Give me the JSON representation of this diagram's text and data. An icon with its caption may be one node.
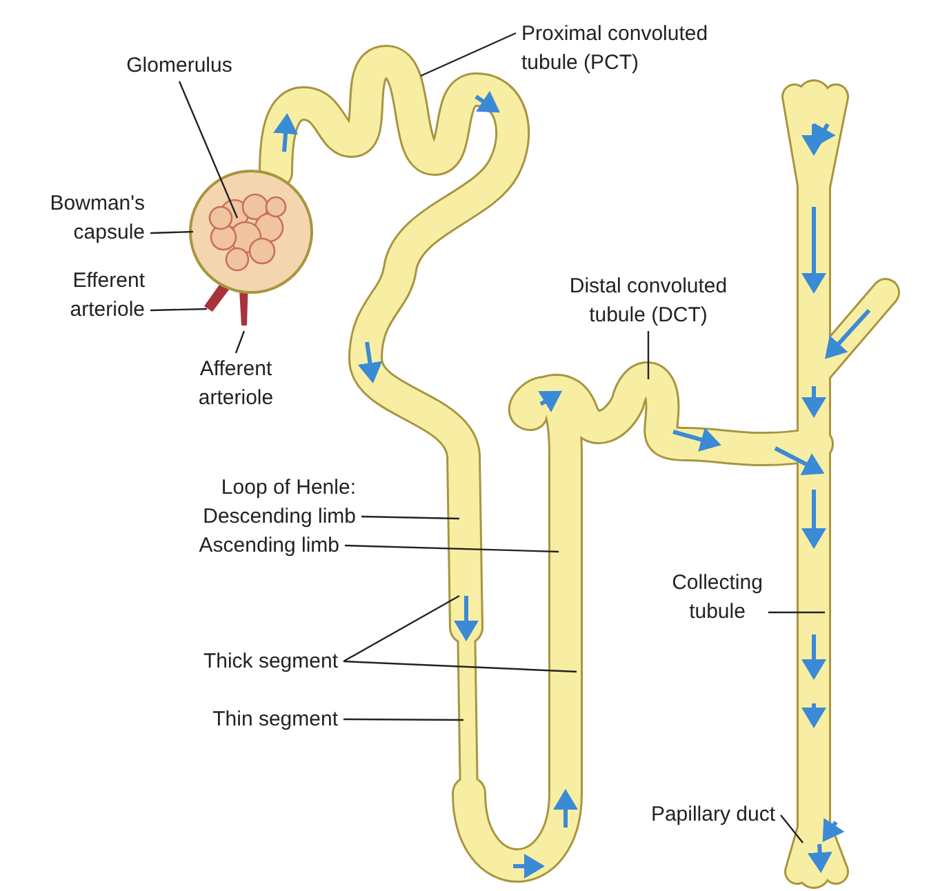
{
  "diagram": {
    "nodes": [
      {
        "text": [
          "Glomerulus"
        ]
      },
      {
        "text": [
          "Proximal convoluted tubule (PCT)"
        ]
      },
      {
        "text": [
          "Bowman's capsule"
        ]
      },
      {
        "text": [
          "Efferent arteriole"
        ]
      },
      {
        "text": [
          "Afferent arteriole"
        ]
      },
      {
        "text": [
          "Distal convoluted tubule (DCT)"
        ]
      },
      {
        "text": [
          "Descending limb"
        ]
      },
      {
        "text": [
          "Ascending limb"
        ]
      },
      {
        "text": [
          "Collecting tubule"
        ]
      },
      {
        "text": [
          "Thick segment"
        ]
      },
      {
        "text": [
          "Thin segment"
        ]
      },
      {
        "text": [
          "Papillary duct"
        ]
      }
    ],
    "edges": [
      {
        "from": 0,
        "to": null,
        "arrow": "none"
      },
      {
        "from": 1,
        "to": null,
        "arrow": "none"
      },
      {
        "from": 2,
        "to": null,
        "arrow": "none"
      },
      {
        "from": 3,
        "to": null,
        "arrow": "none"
      },
      {
        "from": 4,
        "to": null,
        "arrow": "none"
      },
      {
        "from": 5,
        "to": null,
        "arrow": "none"
      },
      {
        "from": 6,
        "to": null,
        "arrow": "none"
      },
      {
        "from": 7,
        "to": null,
        "arrow": "none"
      },
      {
        "from": 8,
        "to": null,
        "arrow": "none"
      },
      {
        "from": 9,
        "to": null,
        "arrow": "none"
      },
      {
        "from": 9,
        "to": null,
        "arrow": "none"
      },
      {
        "from": 10,
        "to": null,
        "arrow": "none"
      },
      {
        "from": 11,
        "to": null,
        "arrow": "none"
      }
    ],
    "labels": [
      "Loop of Henle:"
    ]
  }
}
